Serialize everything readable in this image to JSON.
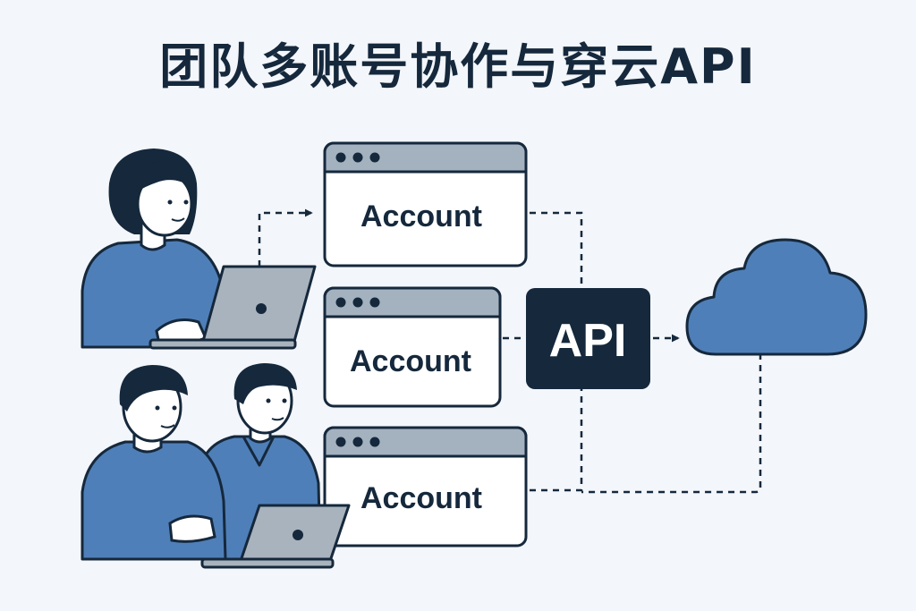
{
  "title": "团队多账号协作与穿云API",
  "accounts": [
    {
      "label": "Account"
    },
    {
      "label": "Account"
    },
    {
      "label": "Account"
    }
  ],
  "api": {
    "label": "API"
  },
  "icons": {
    "browser_window": "browser-window-icon",
    "cloud": "cloud-icon",
    "laptop": "laptop-icon",
    "person": "person-icon"
  },
  "colors": {
    "background": "#f3f6fa",
    "ink": "#15283c",
    "brand_blue": "#4f7fb8",
    "window_header": "#a4b1bf",
    "laptop_gray": "#a9b3bd",
    "api_box": "#15283c"
  }
}
